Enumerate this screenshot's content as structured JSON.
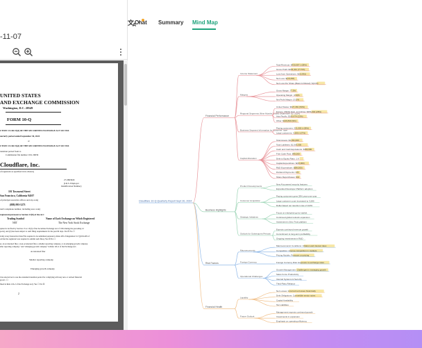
{
  "colors": {
    "accent": "#20a37c",
    "highlight": "#f7e7a6",
    "branch_red": "#e8949a",
    "branch_green": "#9fd6b8",
    "branch_blue": "#8fb8e8",
    "branch_orange": "#f1c08a"
  },
  "document": {
    "date": "-11-07",
    "toolbar": {
      "zoom_out_icon": "zoom-out-icon",
      "zoom_in_icon": "zoom-in-icon",
      "more_icon": "more-vertical-icon"
    },
    "page": {
      "header1": "UNITED STATES",
      "header2": "AND EXCHANGE COMMISSION",
      "header3": "Washington, D.C. 20549",
      "form": "FORM 10-Q",
      "section1": "CTION 13 OR 15(d) OF THE SECURITIES EXCHANGE ACT OF 1934",
      "period": "uarterly period ended September 30, 2024",
      "or": "or",
      "section2": "CTION 13 OR 15(d) OF THE SECURITIES EXCHANGE ACT OF 1934",
      "transition": "ransition period from           to",
      "file_no": "Commission file number: 001-39039",
      "company": "Cloudflare, Inc.",
      "company_sub": "of registrant as specified in its charter)",
      "ein": "27-0805829",
      "ein_sub": "(I.R.S. Employer",
      "ein_sub2": "Identification Number)",
      "street": "101 Townsend Street",
      "city": "San Francisco, California 94107",
      "office_sub": "of principal executive offices and zip code)",
      "phone": "(888) 993-5273",
      "phone_sub": "rant's telephone number, including area code)",
      "registered": "registered pursuant to Section 12(b) of the Act:",
      "trading_h": "Trading Symbol",
      "exchange_h": "Name of Each Exchange on Which Registered",
      "trading_v": "NET",
      "exchange_v": "The New York Stock Exchange",
      "line_a": "quired to be filed by Section 13 or 15(d) of the Securities Exchange Act of 1934 during the preceding 12",
      "line_b": "ports), and (2) has been subject to such filing requirements for the past 90 days. Yes ☒  No ☐",
      "line_c": "ically every Interactive Data File required to be submitted pursuant to Rule 405 of Regulation S-T (§232.405 of",
      "line_d": "od that the registrant was required to submit such files). Yes ☒  No ☐",
      "line_e": "er, an accelerated filer, a non-accelerated filer, a smaller reporting company, or an emerging growth company.",
      "line_f": "aller reporting company,\" and \"emerging growth company\" in Rule 12b-2 of the Exchange Act.",
      "accel": "Accelerated filer",
      "smaller": "Smaller reporting company",
      "emerging": "Emerging growth company",
      "line_g": "t has elected not to use the extended transition period for complying with any new or revised financial",
      "line_h": "ge Act. ☐",
      "line_i": "fined in Rule 12b-2 of the Exchange Act). Yes ☐  No ☒",
      "page_no": "2"
    }
  },
  "tabs": [
    {
      "label": "Chat",
      "active": false
    },
    {
      "label": "Summary",
      "active": false
    },
    {
      "label": "Mind Map",
      "active": true
    }
  ],
  "mindmap": {
    "root": "Cloudflare 10-Q Quarterly Report Sept 30, 2024",
    "branches": [
      {
        "label": "Financial Performance",
        "color": "#e8949a",
        "children": [
          {
            "label": "Income Statement",
            "items": [
              "Total Revenue: $430,087 (+28%)",
              "Gross Profit: $333,431 (77.5%)",
              "Loss from Operations: $(16,861)",
              "Net Loss: $(15,266)",
              "Net Loss Per Share (Basic & Diluted): $(0.04)"
            ]
          },
          {
            "label": "Margins",
            "items": [
              "Gross Margin: 77.5%",
              "Operating Margin: (3.9)%",
              "Net Profit Margin: (3.5)%"
            ]
          },
          {
            "label": "Regional Segments (Nine Months Ended September 30, 2024)",
            "items": [
              "United States: $627,381 (50%)",
              "Europe, Middle East, and Africa: $356,004 (28%)",
              "Asia Pacific: $166,474 (13%)",
              "Other: $129,830 (9%)"
            ]
          },
          {
            "label": "Business Segment Information by Customer Type",
            "items": [
              "Paying customers: 221,000 (+28%)",
              "Large customers: 3,280 (+27%)"
            ]
          },
          {
            "label": "Capital Allocation",
            "items": [
              "Total Assets: $3,331,000",
              "Total Liabilities: $2,303,000",
              "Cash and Cash Equivalents: $182,000",
              "Free Cash Flow: $45,000",
              "Debt to Equity Ratio: 1.6",
              "Capital Expenditure: $(63,000)",
              "R&D Expenditure: $(86,000)",
              "Dividend Payments: N/A",
              "Share Repurchases: N/A"
            ]
          }
        ]
      },
      {
        "label": "Business Highlights",
        "color": "#9fd6b8",
        "children": [
          {
            "label": "Product Developments",
            "items": [
              "New AI-powered security features",
              "Expanded Developer Platform adoption"
            ]
          },
          {
            "label": "Customer Acquisition",
            "items": [
              "Paying customers grew 28% year-over-year",
              "Large customer count increased to 3,280",
              "Dollar-based net retention rate of 110%"
            ]
          },
          {
            "label": "Strategic Initiatives",
            "items": [
              "Focus on enterprise go-to-market",
              "Continued global network expansion",
              "Investment in Zero Trust platform"
            ]
          },
          {
            "label": "Outlook for Subsequent Periods",
            "items": [
              "Expects continued revenue growth",
              "Commitment to long-term profitability",
              "Ongoing investments in R&D"
            ]
          }
        ]
      },
      {
        "label": "Risk Factors",
        "color": "#8fb8e8",
        "children": [
          {
            "label": "Macroeconomic",
            "items": [
              "Macroeconomic Conditions: Inflation and interest rates",
              "Competition: Intense competition in markets",
              "Pricing Models: Pressure on pricing"
            ]
          },
          {
            "label": "Foreign Currency",
            "items": [
              "Foreign Currency Risk: Exposure to exchange rates"
            ]
          },
          {
            "label": "Operational Challenges",
            "items": [
              "Growth Management: Challenges in managing growth",
              "Sales Force Productivity",
              "Internal Systems & Security",
              "Third-Party Reliance"
            ]
          }
        ]
      },
      {
        "label": "Financial Health",
        "color": "#f1c08a",
        "children": [
          {
            "label": "Liquidity",
            "items": [
              "Net Losses: Incurred net losses historically",
              "Debt Obligations: Convertible senior notes",
              "Capital Availability",
              "Tax Liabilities"
            ]
          },
          {
            "label": "Future Outlook",
            "items": [
              "Management expects continued growth",
              "Investments in expansion",
              "Emphasis on operating efficiency"
            ]
          }
        ]
      }
    ]
  }
}
